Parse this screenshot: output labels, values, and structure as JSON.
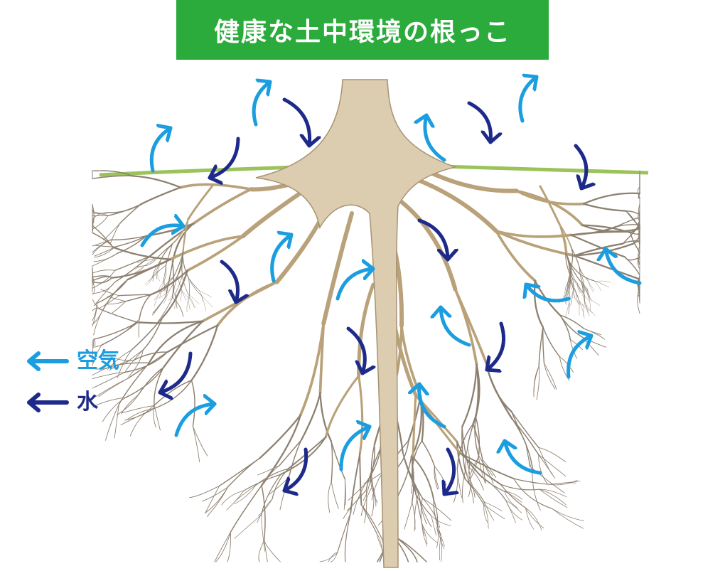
{
  "title": "健康な土中環境の根っこ",
  "legend": [
    {
      "label": "空気",
      "color": "#1a9ee0",
      "icon": "arrow-left-icon"
    },
    {
      "label": "水",
      "color": "#1e2a8a",
      "icon": "arrow-left-icon"
    }
  ],
  "colors": {
    "title_bg": "#2aab3b",
    "air": "#1a9ee0",
    "water": "#1e2a8a",
    "root": "#b9a27a",
    "grass": "#9cc25a"
  }
}
